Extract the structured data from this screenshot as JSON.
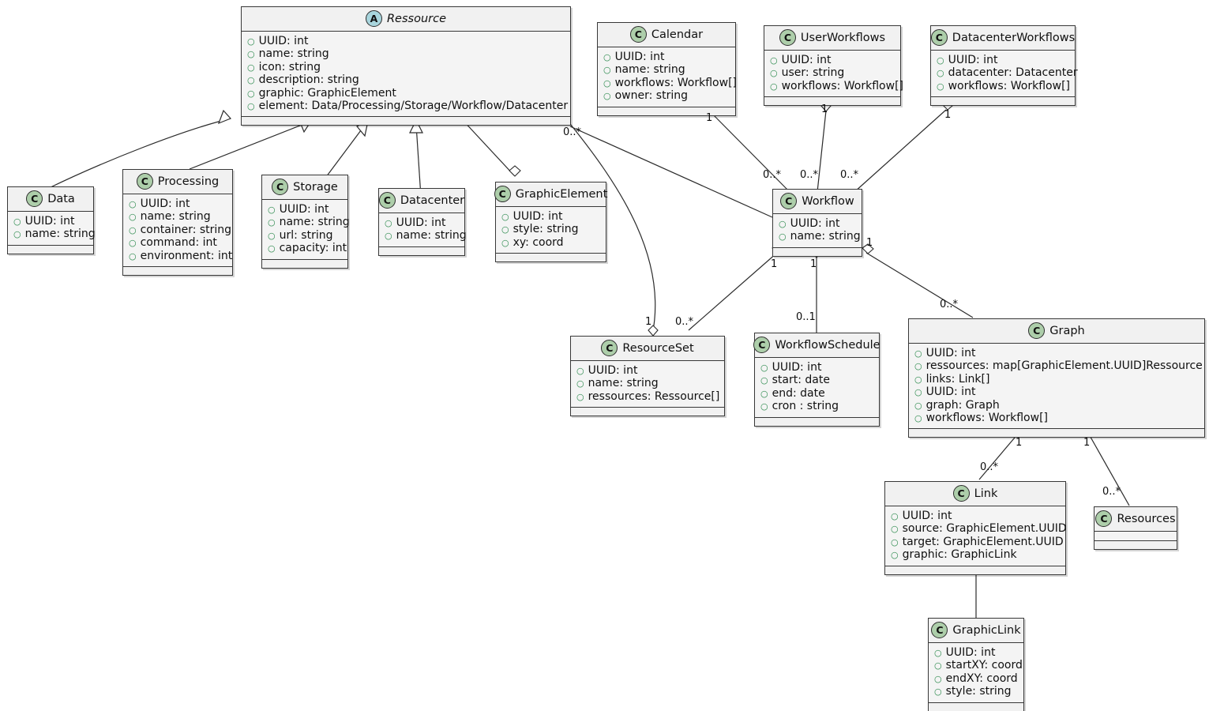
{
  "diagram": {
    "kind": "uml-class-diagram",
    "background": "#ffffff",
    "colors": {
      "class_badge": "#adceaa",
      "abstract_badge": "#a8d5dd",
      "box_fill": "#f7f7f7",
      "border": "#383838",
      "attr_bullet": "#2e8b4f"
    }
  },
  "classes": [
    {
      "id": "ressource",
      "name": "Ressource",
      "stereotype": "A",
      "abstract": true,
      "attributes": [
        "UUID: int",
        "name: string",
        "icon: string",
        "description: string",
        "graphic: GraphicElement",
        "element: Data/Processing/Storage/Workflow/Datacenter"
      ]
    },
    {
      "id": "calendar",
      "name": "Calendar",
      "stereotype": "C",
      "abstract": false,
      "attributes": [
        "UUID: int",
        "name: string",
        "workflows: Workflow[]",
        "owner: string"
      ]
    },
    {
      "id": "userworkflows",
      "name": "UserWorkflows",
      "stereotype": "C",
      "abstract": false,
      "attributes": [
        "UUID: int",
        "user: string",
        "workflows: Workflow[]"
      ]
    },
    {
      "id": "datacenterworkflows",
      "name": "DatacenterWorkflows",
      "stereotype": "C",
      "abstract": false,
      "attributes": [
        "UUID: int",
        "datacenter: Datacenter",
        "workflows: Workflow[]"
      ]
    },
    {
      "id": "data",
      "name": "Data",
      "stereotype": "C",
      "abstract": false,
      "attributes": [
        "UUID: int",
        "name: string"
      ]
    },
    {
      "id": "processing",
      "name": "Processing",
      "stereotype": "C",
      "abstract": false,
      "attributes": [
        "UUID: int",
        "name: string",
        "container: string",
        "command: int",
        "environment: int"
      ]
    },
    {
      "id": "storage",
      "name": "Storage",
      "stereotype": "C",
      "abstract": false,
      "attributes": [
        "UUID: int",
        "name: string",
        "url: string",
        "capacity: int"
      ]
    },
    {
      "id": "datacenter",
      "name": "Datacenter",
      "stereotype": "C",
      "abstract": false,
      "attributes": [
        "UUID: int",
        "name: string"
      ]
    },
    {
      "id": "graphicelement",
      "name": "GraphicElement",
      "stereotype": "C",
      "abstract": false,
      "attributes": [
        "UUID: int",
        "style: string",
        "xy: coord"
      ]
    },
    {
      "id": "workflow",
      "name": "Workflow",
      "stereotype": "C",
      "abstract": false,
      "attributes": [
        "UUID: int",
        "name: string"
      ]
    },
    {
      "id": "resourceset",
      "name": "ResourceSet",
      "stereotype": "C",
      "abstract": false,
      "attributes": [
        "UUID: int",
        "name: string",
        "ressources: Ressource[]"
      ]
    },
    {
      "id": "workflowschedule",
      "name": "WorkflowSchedule",
      "stereotype": "C",
      "abstract": false,
      "attributes": [
        "UUID: int",
        "start: date",
        "end: date",
        "cron : string"
      ]
    },
    {
      "id": "graph",
      "name": "Graph",
      "stereotype": "C",
      "abstract": false,
      "attributes": [
        "UUID: int",
        "ressources: map[GraphicElement.UUID]Ressource",
        "links: Link[]",
        "UUID: int",
        "graph: Graph",
        "workflows: Workflow[]"
      ]
    },
    {
      "id": "link",
      "name": "Link",
      "stereotype": "C",
      "abstract": false,
      "attributes": [
        "UUID: int",
        "source: GraphicElement.UUID",
        "target: GraphicElement.UUID",
        "graphic: GraphicLink"
      ]
    },
    {
      "id": "resources",
      "name": "Resources",
      "stereotype": "C",
      "abstract": false,
      "attributes": []
    },
    {
      "id": "graphiclink",
      "name": "GraphicLink",
      "stereotype": "C",
      "abstract": false,
      "attributes": [
        "UUID: int",
        "startXY: coord",
        "endXY: coord",
        "style: string"
      ]
    }
  ],
  "multiplicities": [
    {
      "id": "m-ressource-bottomright",
      "label": "0..*"
    },
    {
      "id": "m-calendar-1",
      "label": "1"
    },
    {
      "id": "m-userworkflows-1",
      "label": "1"
    },
    {
      "id": "m-datacenterworkflows-1",
      "label": "1"
    },
    {
      "id": "m-wf-top-left",
      "label": "0..*"
    },
    {
      "id": "m-wf-top-mid",
      "label": "0..*"
    },
    {
      "id": "m-wf-top-right",
      "label": "0..*"
    },
    {
      "id": "m-wf-bot-left",
      "label": "1"
    },
    {
      "id": "m-wf-bot-mid",
      "label": "1"
    },
    {
      "id": "m-wf-bot-right",
      "label": "1"
    },
    {
      "id": "m-resourceset-1",
      "label": "1"
    },
    {
      "id": "m-resourceset-star",
      "label": "0..*"
    },
    {
      "id": "m-schedule-01",
      "label": "0..1"
    },
    {
      "id": "m-graph-star",
      "label": "0..*"
    },
    {
      "id": "m-graph-link-1",
      "label": "1"
    },
    {
      "id": "m-link-star",
      "label": "0..*"
    },
    {
      "id": "m-graph-res-1",
      "label": "1"
    },
    {
      "id": "m-resources-star",
      "label": "0..*"
    }
  ],
  "relationships": [
    {
      "from": "data",
      "to": "ressource",
      "type": "inheritance"
    },
    {
      "from": "processing",
      "to": "ressource",
      "type": "inheritance"
    },
    {
      "from": "storage",
      "to": "ressource",
      "type": "inheritance"
    },
    {
      "from": "datacenter",
      "to": "ressource",
      "type": "inheritance"
    },
    {
      "from": "ressource",
      "to": "graphicelement",
      "type": "aggregation"
    },
    {
      "from": "ressource",
      "to": "resourceset",
      "type": "aggregation"
    },
    {
      "from": "ressource",
      "to": "workflow",
      "type": "association"
    },
    {
      "from": "calendar",
      "to": "workflow",
      "type": "aggregation"
    },
    {
      "from": "userworkflows",
      "to": "workflow",
      "type": "aggregation"
    },
    {
      "from": "datacenterworkflows",
      "to": "workflow",
      "type": "aggregation"
    },
    {
      "from": "workflow",
      "to": "resourceset",
      "type": "aggregation"
    },
    {
      "from": "workflow",
      "to": "workflowschedule",
      "type": "aggregation"
    },
    {
      "from": "workflow",
      "to": "graph",
      "type": "aggregation"
    },
    {
      "from": "graph",
      "to": "link",
      "type": "aggregation"
    },
    {
      "from": "graph",
      "to": "resources",
      "type": "aggregation"
    },
    {
      "from": "link",
      "to": "graphiclink",
      "type": "association"
    }
  ]
}
